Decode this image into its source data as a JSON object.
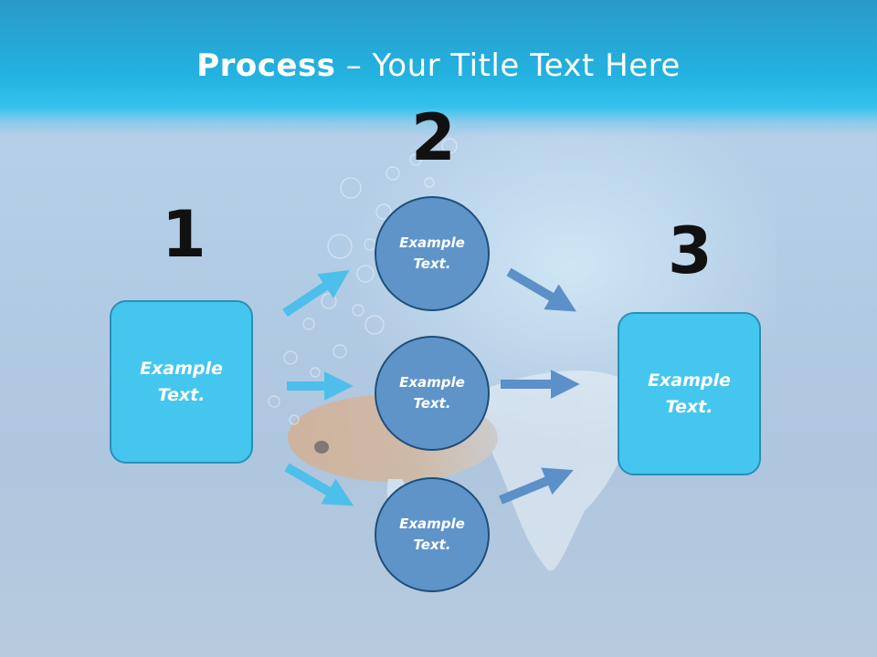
{
  "title": {
    "bold": "Process",
    "rest": " – Your Title Text Here"
  },
  "steps": {
    "step1": {
      "number": "1",
      "text": "Example Text."
    },
    "step2": {
      "number": "2",
      "circles": [
        "Example Text.",
        "Example Text.",
        "Example Text."
      ]
    },
    "step3": {
      "number": "3",
      "text": "Example Text."
    }
  },
  "colors": {
    "header": "#23b2e0",
    "box_fill": "#45c6ee",
    "circle_fill": "#5f94c9",
    "arrow_in": "#4dbfea",
    "arrow_out": "#5b90c8"
  }
}
